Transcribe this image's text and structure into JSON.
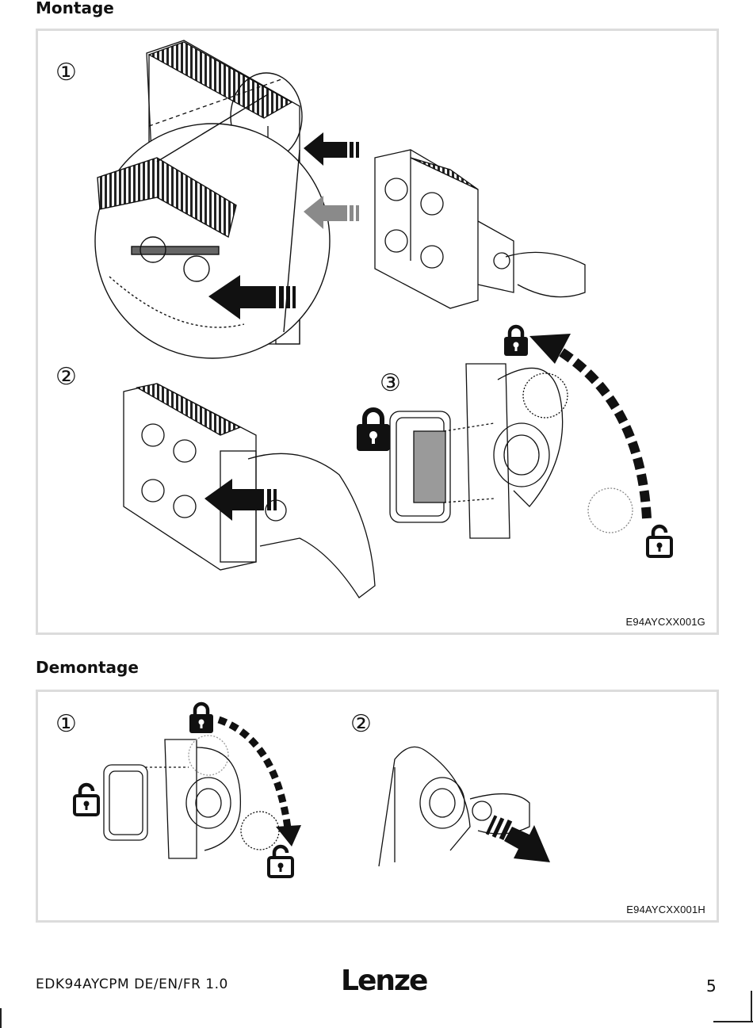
{
  "sections": {
    "mount": {
      "title": "Montage",
      "steps": [
        "①",
        "②",
        "③"
      ],
      "figure_code": "E94AYCXX001G"
    },
    "unmount": {
      "title": "Demontage",
      "steps": [
        "①",
        "②"
      ],
      "figure_code": "E94AYCXX001H"
    }
  },
  "footer": {
    "document": "EDK94AYCPM DE/EN/FR 1.0",
    "brand": "Lenze",
    "page": "5"
  },
  "icons": {
    "locked": "padlock-closed-icon",
    "unlocked": "padlock-open-icon",
    "direction": "arrow-icon"
  },
  "colors": {
    "line": "#111111",
    "panel_border": "#dcdcdc",
    "secondary_arrow": "#8a8a8a",
    "shading": "#9a9a9a"
  }
}
